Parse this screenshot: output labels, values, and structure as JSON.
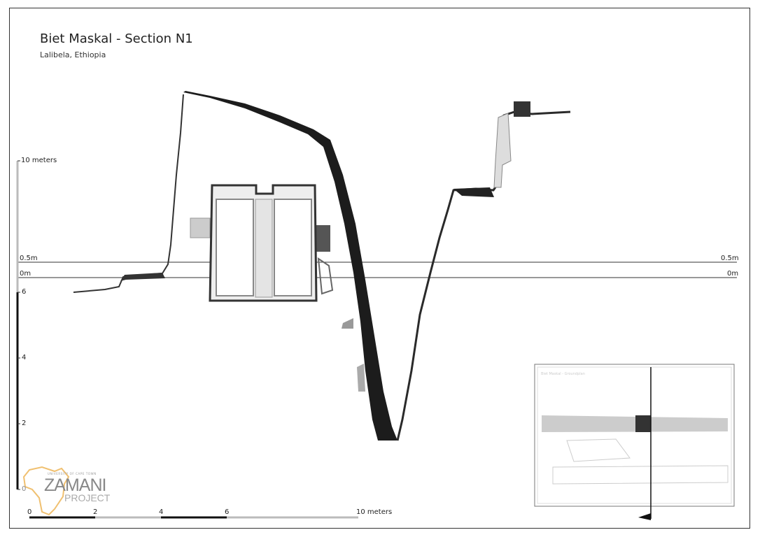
{
  "header": {
    "title": "Biet Maskal - Section N1",
    "subtitle": "Lalibela, Ethiopia"
  },
  "reference_lines": [
    {
      "label": "0.5m"
    },
    {
      "label": "0m"
    }
  ],
  "vertical_scale": {
    "top_label": "10 meters",
    "ticks": [
      "6",
      "4",
      "2",
      "0"
    ]
  },
  "horizontal_scale": {
    "ticks": [
      "0",
      "2",
      "4",
      "6"
    ],
    "end_label": "10 meters"
  },
  "logo": {
    "small_text": "UNIVERSITY OF CAPE TOWN",
    "name": "ZAMANI",
    "sub": "PROJECT"
  },
  "inset_map": {
    "title": "Biet Maskal - Groundplan"
  },
  "colors": {
    "logo_outline": "#f0c070",
    "ink": "#222222"
  }
}
